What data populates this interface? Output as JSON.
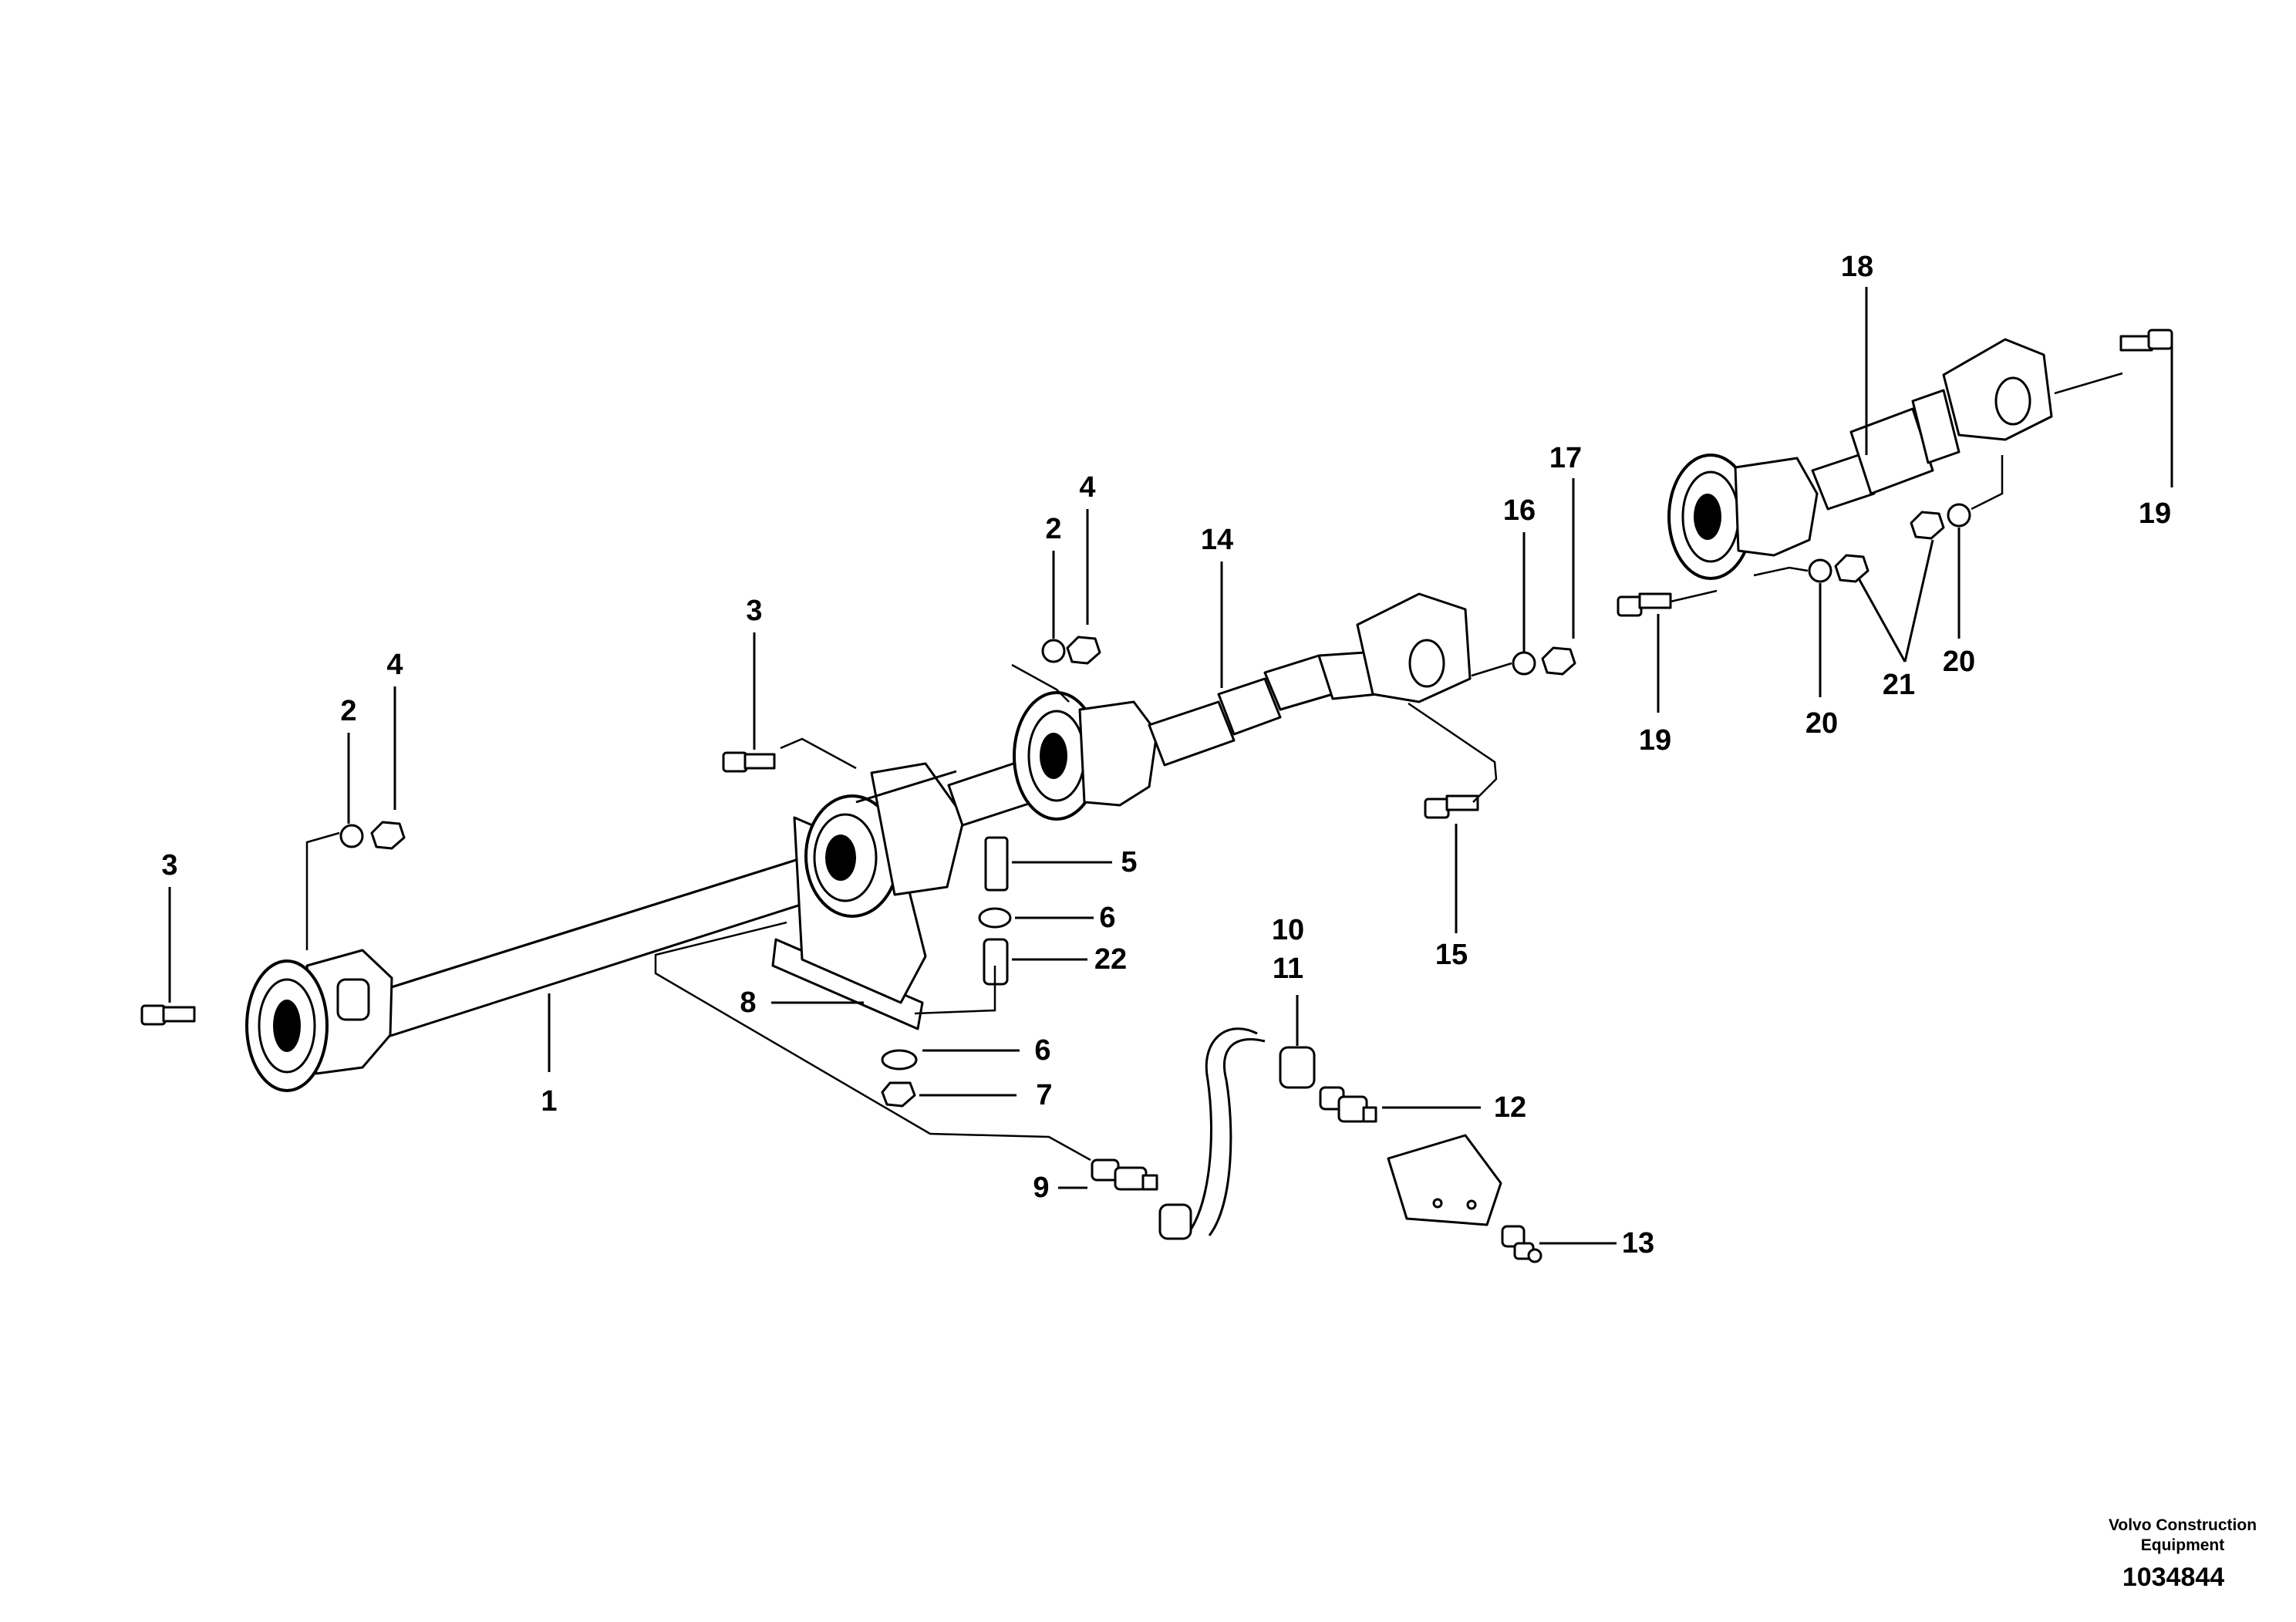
{
  "callouts": {
    "c1": "1",
    "c2a": "2",
    "c2b": "2",
    "c3a": "3",
    "c3b": "3",
    "c4a": "4",
    "c4b": "4",
    "c5": "5",
    "c6a": "6",
    "c6b": "6",
    "c7": "7",
    "c8": "8",
    "c9": "9",
    "c10": "10",
    "c11": "11",
    "c12": "12",
    "c13": "13",
    "c14": "14",
    "c15": "15",
    "c16": "16",
    "c17": "17",
    "c18": "18",
    "c19a": "19",
    "c19b": "19",
    "c20a": "20",
    "c20b": "20",
    "c21": "21",
    "c22": "22"
  },
  "footer": {
    "company_line1": "Volvo Construction",
    "company_line2": "Equipment",
    "drawing_number": "1034844"
  }
}
